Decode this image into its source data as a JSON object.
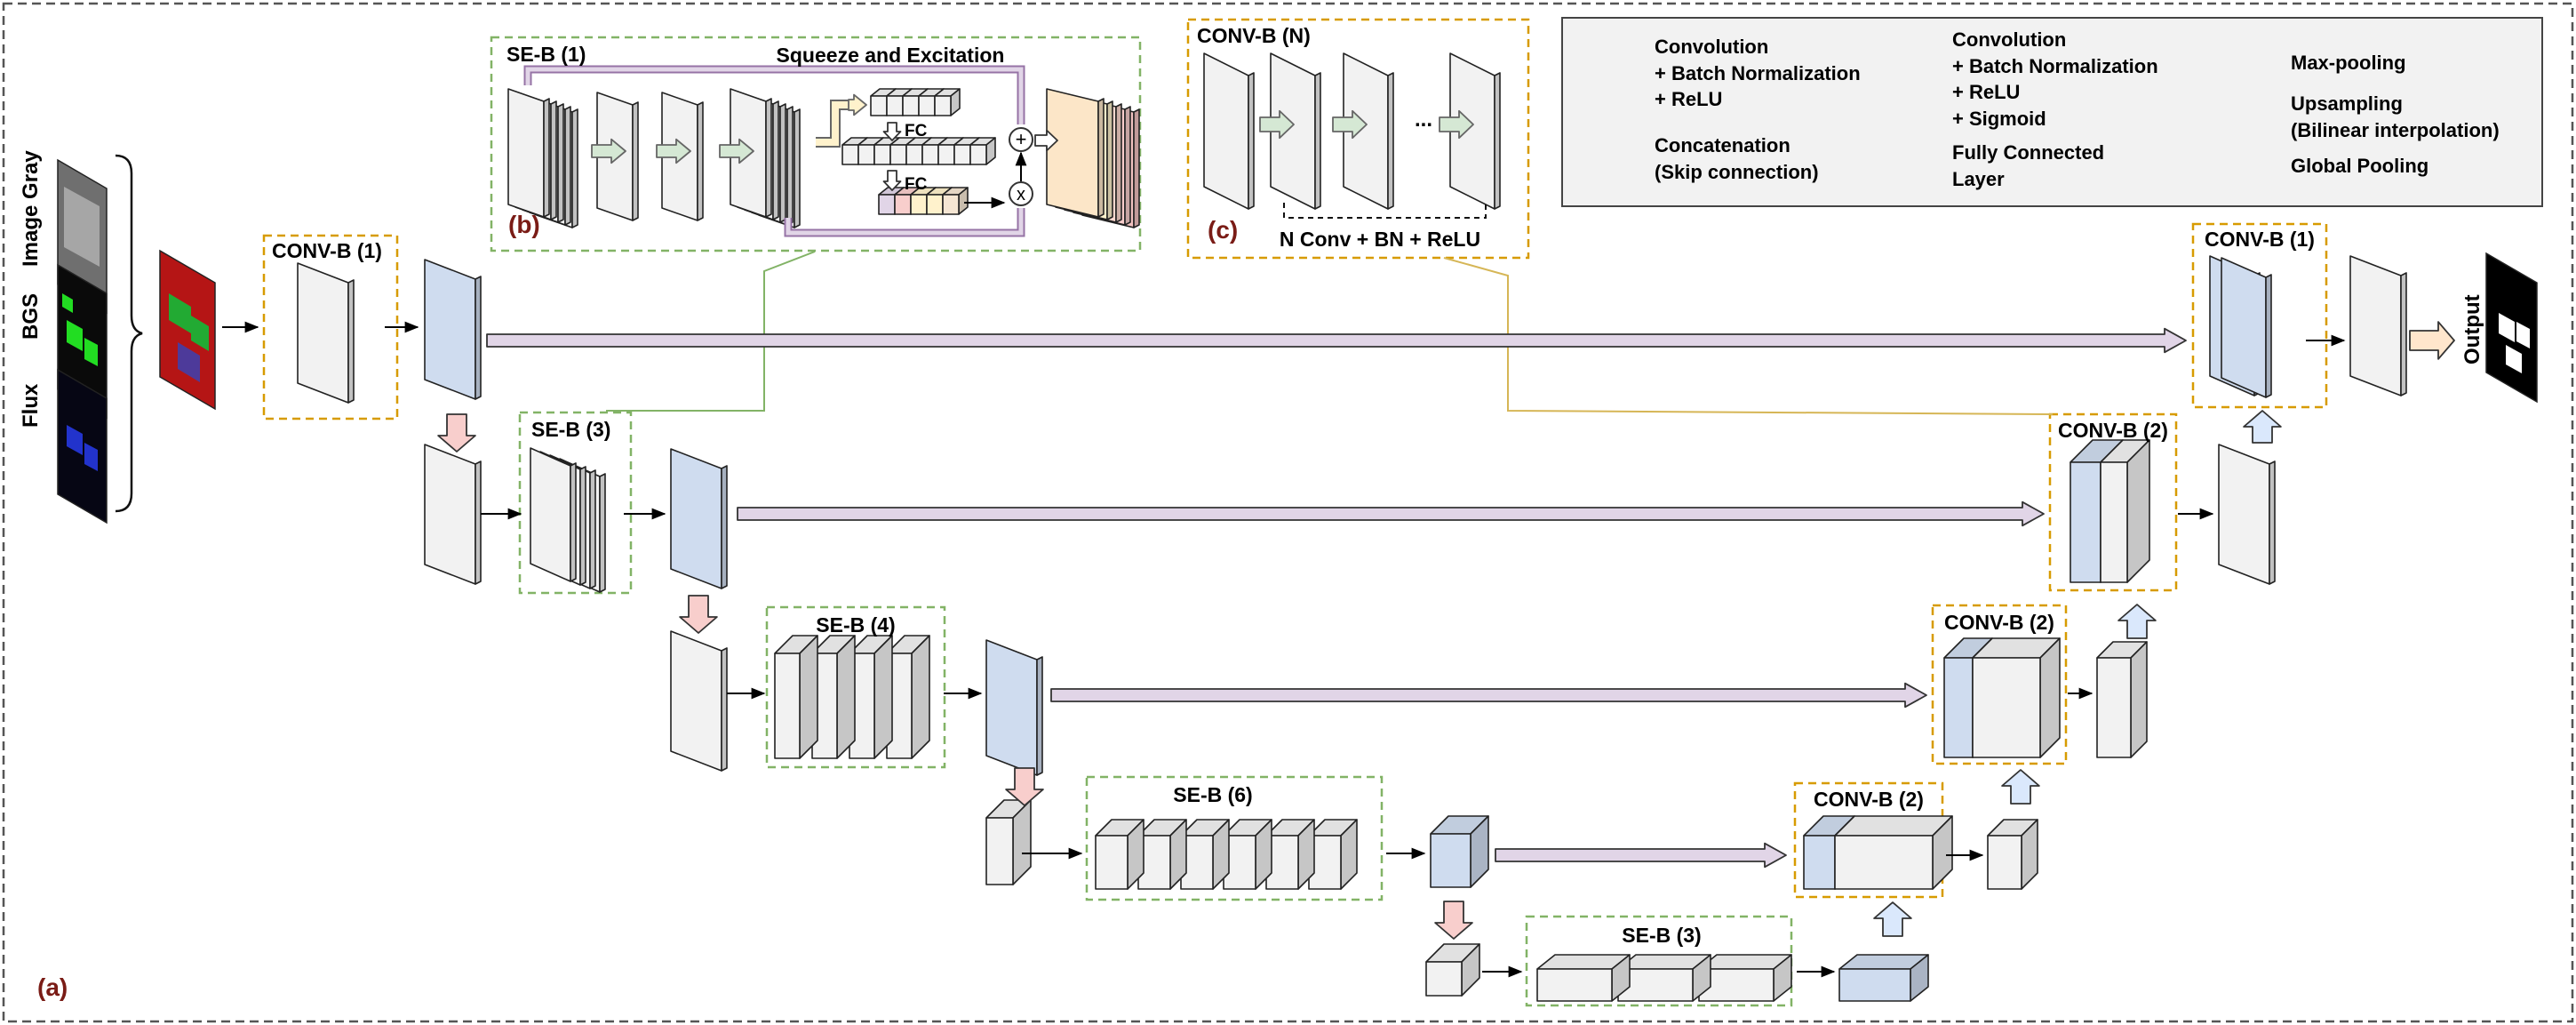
{
  "panels": {
    "a": "(a)",
    "b": "(b)",
    "c": "(c)"
  },
  "inputs": {
    "image_gray": "Image Gray",
    "bgs": "BGS",
    "flux": "Flux"
  },
  "blocks": {
    "convb1_enc": "CONV-B (1)",
    "seb3_top": "SE-B (3)",
    "seb4": "SE-B (4)",
    "seb6": "SE-B (6)",
    "seb3_bottom": "SE-B (3)",
    "convb2_bottom": "CONV-B (2)",
    "convb2_mid": "CONV-B (2)",
    "convb2_top": "CONV-B (2)",
    "convb1_dec": "CONV-B (1)"
  },
  "output_label": "Output",
  "detail_b": {
    "title": "SE-B (1)",
    "subtitle": "Squeeze and Excitation",
    "fc1": "FC",
    "fc2": "FC",
    "plus": "+",
    "times": "x"
  },
  "detail_c": {
    "title": "CONV-B (N)",
    "caption": "N Conv + BN + ReLU",
    "ellipsis": "..."
  },
  "legend": {
    "conv_bn_relu": [
      "Convolution",
      "+ Batch Normalization",
      "+ ReLU"
    ],
    "concat": [
      "Concatenation",
      "(Skip connection)"
    ],
    "conv_sigmoid": [
      "Convolution",
      "+ Batch Normalization",
      "+ ReLU",
      "+ Sigmoid"
    ],
    "fc": [
      "Fully Connected",
      "Layer"
    ],
    "maxpool": "Max-pooling",
    "upsampling": [
      "Upsampling",
      "(Bilinear interpolation)"
    ],
    "global_pool": "Global Pooling"
  },
  "colors": {
    "green_arrow": "#d5e8d4",
    "green_dash": "#82b366",
    "orange_dash": "#d79b00",
    "purple_arrow": "#e1d5e7",
    "purple_stroke": "#9673a6",
    "red_arrow": "#f8cecc",
    "blue_arrow": "#dae8fc",
    "yellow_arrow": "#fff2cc",
    "peach_arrow": "#ffe6cc",
    "block_gray": "#f2f2f2",
    "block_blue": "#cfdcef",
    "panel_label": "#7a1c16"
  }
}
